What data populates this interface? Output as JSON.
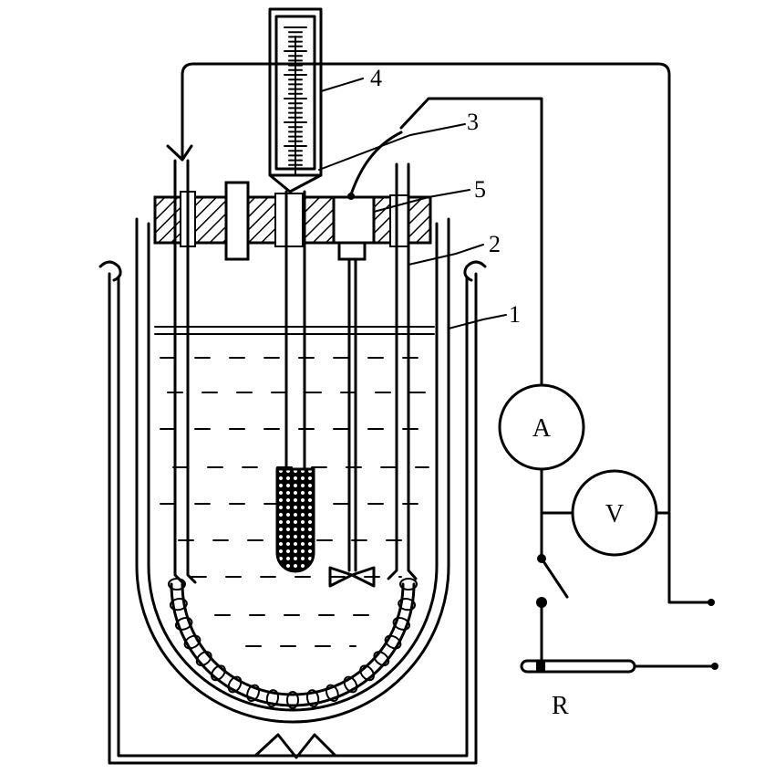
{
  "labels": {
    "part1": "1",
    "part2": "2",
    "part3": "3",
    "part4": "4",
    "part5": "5",
    "ammeter": "A",
    "voltmeter": "V",
    "rheostat": "R"
  },
  "colors": {
    "line": "#000000",
    "background": "#ffffff"
  }
}
